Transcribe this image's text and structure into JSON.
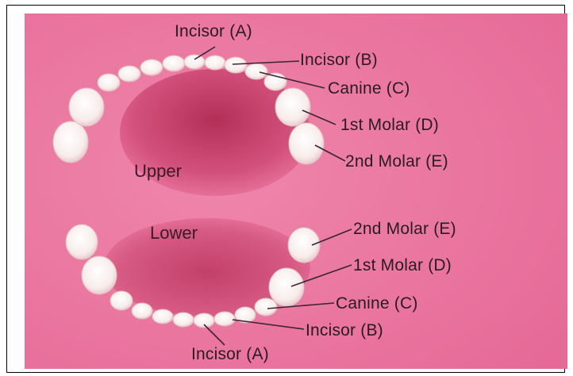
{
  "upper": {
    "jaw_label": "Upper",
    "labels": {
      "incisor_a": "Incisor (A)",
      "incisor_b": "Incisor (B)",
      "canine": "Canine (C)",
      "first_molar": "1st Molar (D)",
      "second_molar": "2nd Molar (E)"
    }
  },
  "lower": {
    "jaw_label": "Lower",
    "labels": {
      "second_molar": "2nd Molar (E)",
      "first_molar": "1st Molar (D)",
      "canine": "Canine (C)",
      "incisor_b": "Incisor (B)",
      "incisor_a": "Incisor (A)"
    }
  },
  "colors": {
    "background_pink": "#ea6f9b",
    "mouth_dark": "#c43f69",
    "tooth": "#fbf3f1",
    "label_text": "#2b1a22",
    "leader_line": "#3a2530"
  }
}
